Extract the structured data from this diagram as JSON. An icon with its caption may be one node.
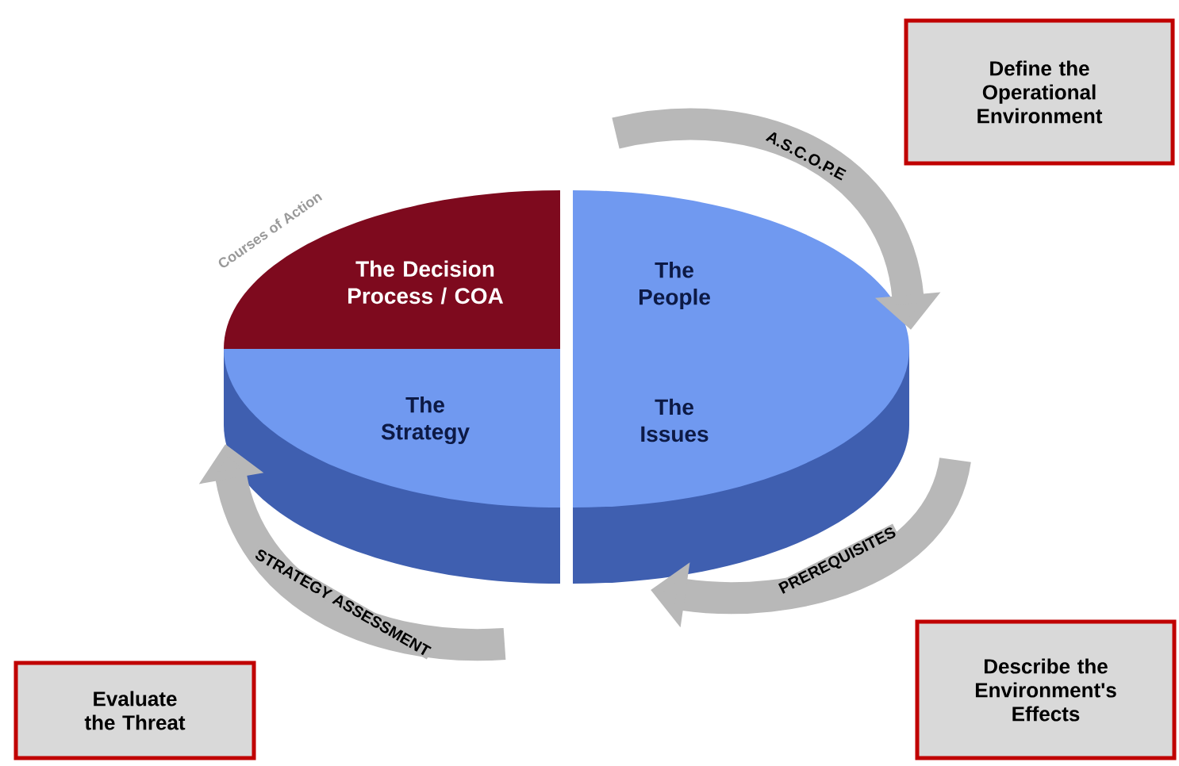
{
  "diagram": {
    "nodes": [
      {
        "text": [
          "Define the Operational Environment"
        ]
      },
      {
        "text": [
          "The Decision Process / COA"
        ]
      },
      {
        "text": [
          "The People"
        ]
      },
      {
        "text": [
          "The Strategy"
        ]
      },
      {
        "text": [
          "The Issues"
        ]
      },
      {
        "text": [
          "Evaluate the Threat"
        ]
      },
      {
        "text": [
          "Describe the Environment's Effects"
        ]
      }
    ],
    "edges": [
      {
        "from": null,
        "to": 2,
        "arrow": "to",
        "label": "A.S.C.O.P.E"
      },
      {
        "from": null,
        "to": 4,
        "arrow": "to",
        "label": "PREREQUISITES"
      },
      {
        "from": null,
        "to": 3,
        "arrow": "to",
        "label": "STRATEGY ASSESSMENT"
      }
    ],
    "labels": [
      "Courses of Action"
    ]
  }
}
